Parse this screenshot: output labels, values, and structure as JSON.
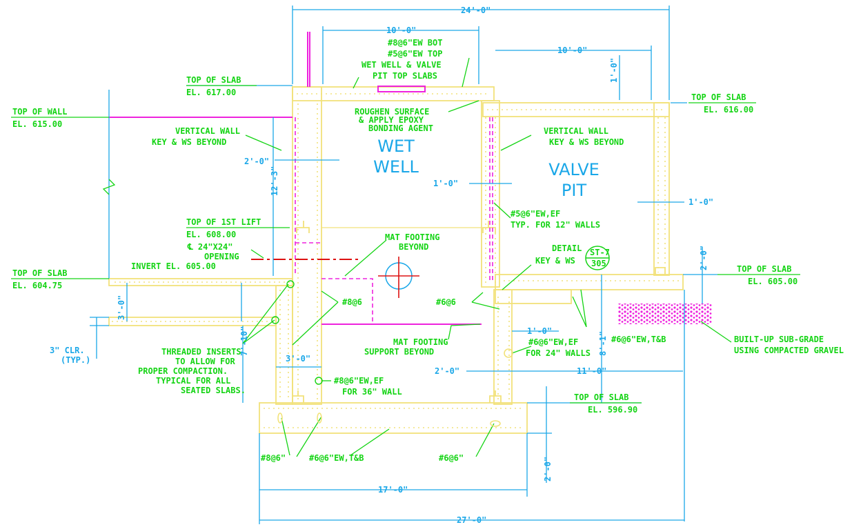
{
  "drawing": {
    "dimensions": {
      "overall_top": "24'-0\"",
      "wet_well_top": "10'-0\"",
      "valve_pit_top": "10'-0\"",
      "valve_slab_thk": "1'-0\"",
      "wall_2ft": "2'-0\"",
      "wall_height": "12'-3\"",
      "mid_wall_1ft": "1'-0\"",
      "right_wall_1ft": "1'-0\"",
      "right_2ft": "2'-0\"",
      "left_3ft": "3'-0\"",
      "left_10": "7'-10\"",
      "bottom_3ft": "3'-0\"",
      "lower_1ft": "1'-0\"",
      "lower_2ft": "2'-0\"",
      "eleven": "11'-0\"",
      "eight": "8'-1\"",
      "footing_17": "17'-0\"",
      "footing_2ft": "2'-0\"",
      "overall_bottom": "27'-0\""
    },
    "elevations": {
      "top_of_slab_617": {
        "label": "TOP OF SLAB",
        "value": "EL. 617.00"
      },
      "top_of_wall_615": {
        "label": "TOP OF WALL",
        "value": "EL. 615.00"
      },
      "top_of_slab_616": {
        "label": "TOP OF SLAB",
        "value": "EL. 616.00"
      },
      "top_of_1st_lift": {
        "label": "TOP OF 1ST LIFT",
        "value": "EL. 608.00"
      },
      "top_of_slab_604": {
        "label": "TOP OF SLAB",
        "value": "EL. 604.75"
      },
      "top_of_slab_605": {
        "label": "TOP OF SLAB",
        "value": "EL. 605.00"
      },
      "top_of_slab_596": {
        "label": "TOP OF SLAB",
        "value": "EL. 596.90"
      }
    },
    "rooms": {
      "wet_well": [
        "WET",
        "WELL"
      ],
      "valve_pit": [
        "VALVE",
        "PIT"
      ]
    },
    "notes": {
      "top_rebar": [
        "#8@6\"EW BOT",
        "#5@6\"EW TOP",
        "WET WELL & VALVE",
        "PIT TOP SLABS"
      ],
      "roughen": [
        "ROUGHEN SURFACE",
        "& APPLY EPOXY",
        "BONDING AGENT"
      ],
      "vwall_left": [
        "VERTICAL WALL",
        "KEY & WS BEYOND"
      ],
      "vwall_right": [
        "VERTICAL WALL",
        "KEY & WS BEYOND"
      ],
      "typ_12": [
        "#5@6\"EW,EF",
        "TYP. FOR 12\" WALLS"
      ],
      "mat_beyond": [
        "MAT FOOTING",
        "BEYOND"
      ],
      "opening": [
        "℄ 24\"X24\"",
        "OPENING",
        "INVERT EL. 605.00"
      ],
      "detail": [
        "DETAIL",
        "KEY & WS"
      ],
      "detail_tag": [
        "ST-7",
        "305"
      ],
      "bar_8_6": "#8@6",
      "bar_6_6": "#6@6",
      "mat_support": [
        "MAT FOOTING",
        "SUPPORT BEYOND"
      ],
      "threaded": [
        "THREADED INSERTS",
        "TO ALLOW FOR",
        "PROPER COMPACTION.",
        "TYPICAL FOR ALL",
        "SEATED SLABS."
      ],
      "clr": [
        "3\" CLR.",
        "(TYP.)"
      ],
      "for24": [
        "#6@6\"EW,EF",
        "FOR 24\" WALLS"
      ],
      "for36": [
        "#8@6\"EW,EF",
        "FOR 36\" WALL"
      ],
      "tb_right": "#6@6\"EW,T&B",
      "built_up": [
        "BUILT-UP SUB-GRADE",
        "USING COMPACTED GRAVEL"
      ],
      "bot_8": "#8@6\"",
      "bot_6tb": "#6@6\"EW,T&B",
      "bot_6": "#6@6\""
    },
    "colors": {
      "dimension": "#1aa7e8",
      "leader_text": "#14d414",
      "concrete": "#f2e27a",
      "pink": "#ee22dd",
      "centerline": "#dd1111"
    }
  }
}
